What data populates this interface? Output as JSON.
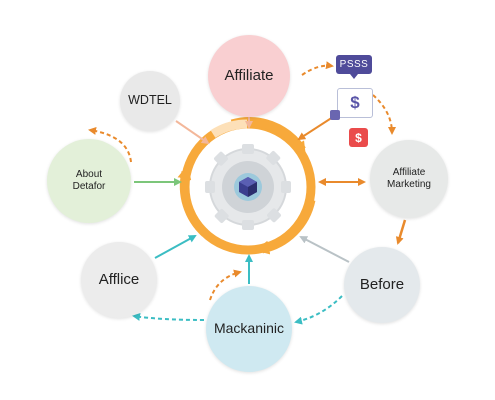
{
  "nodes": {
    "affiliate": "Affiliate",
    "wdtel": "WDTEL",
    "about_line1": "About",
    "about_line2": "Detafor",
    "afflice": "Afflice",
    "mackaninic": "Mackaninic",
    "before": "Before",
    "affiliate_marketing_line1": "Affiliate",
    "affiliate_marketing_line2": "Marketing"
  },
  "badges": {
    "pss": "PSSS",
    "dollar": "$"
  },
  "icons": {
    "center": "gear-icon",
    "hub": "cube-icon"
  },
  "colors": {
    "cycle_orange": "#f7a93b",
    "accent_orange": "#e98a2c",
    "teal": "#3bbdc3",
    "green": "#7cc67a",
    "purple": "#4f4b9a",
    "red": "#ea4b4b"
  }
}
